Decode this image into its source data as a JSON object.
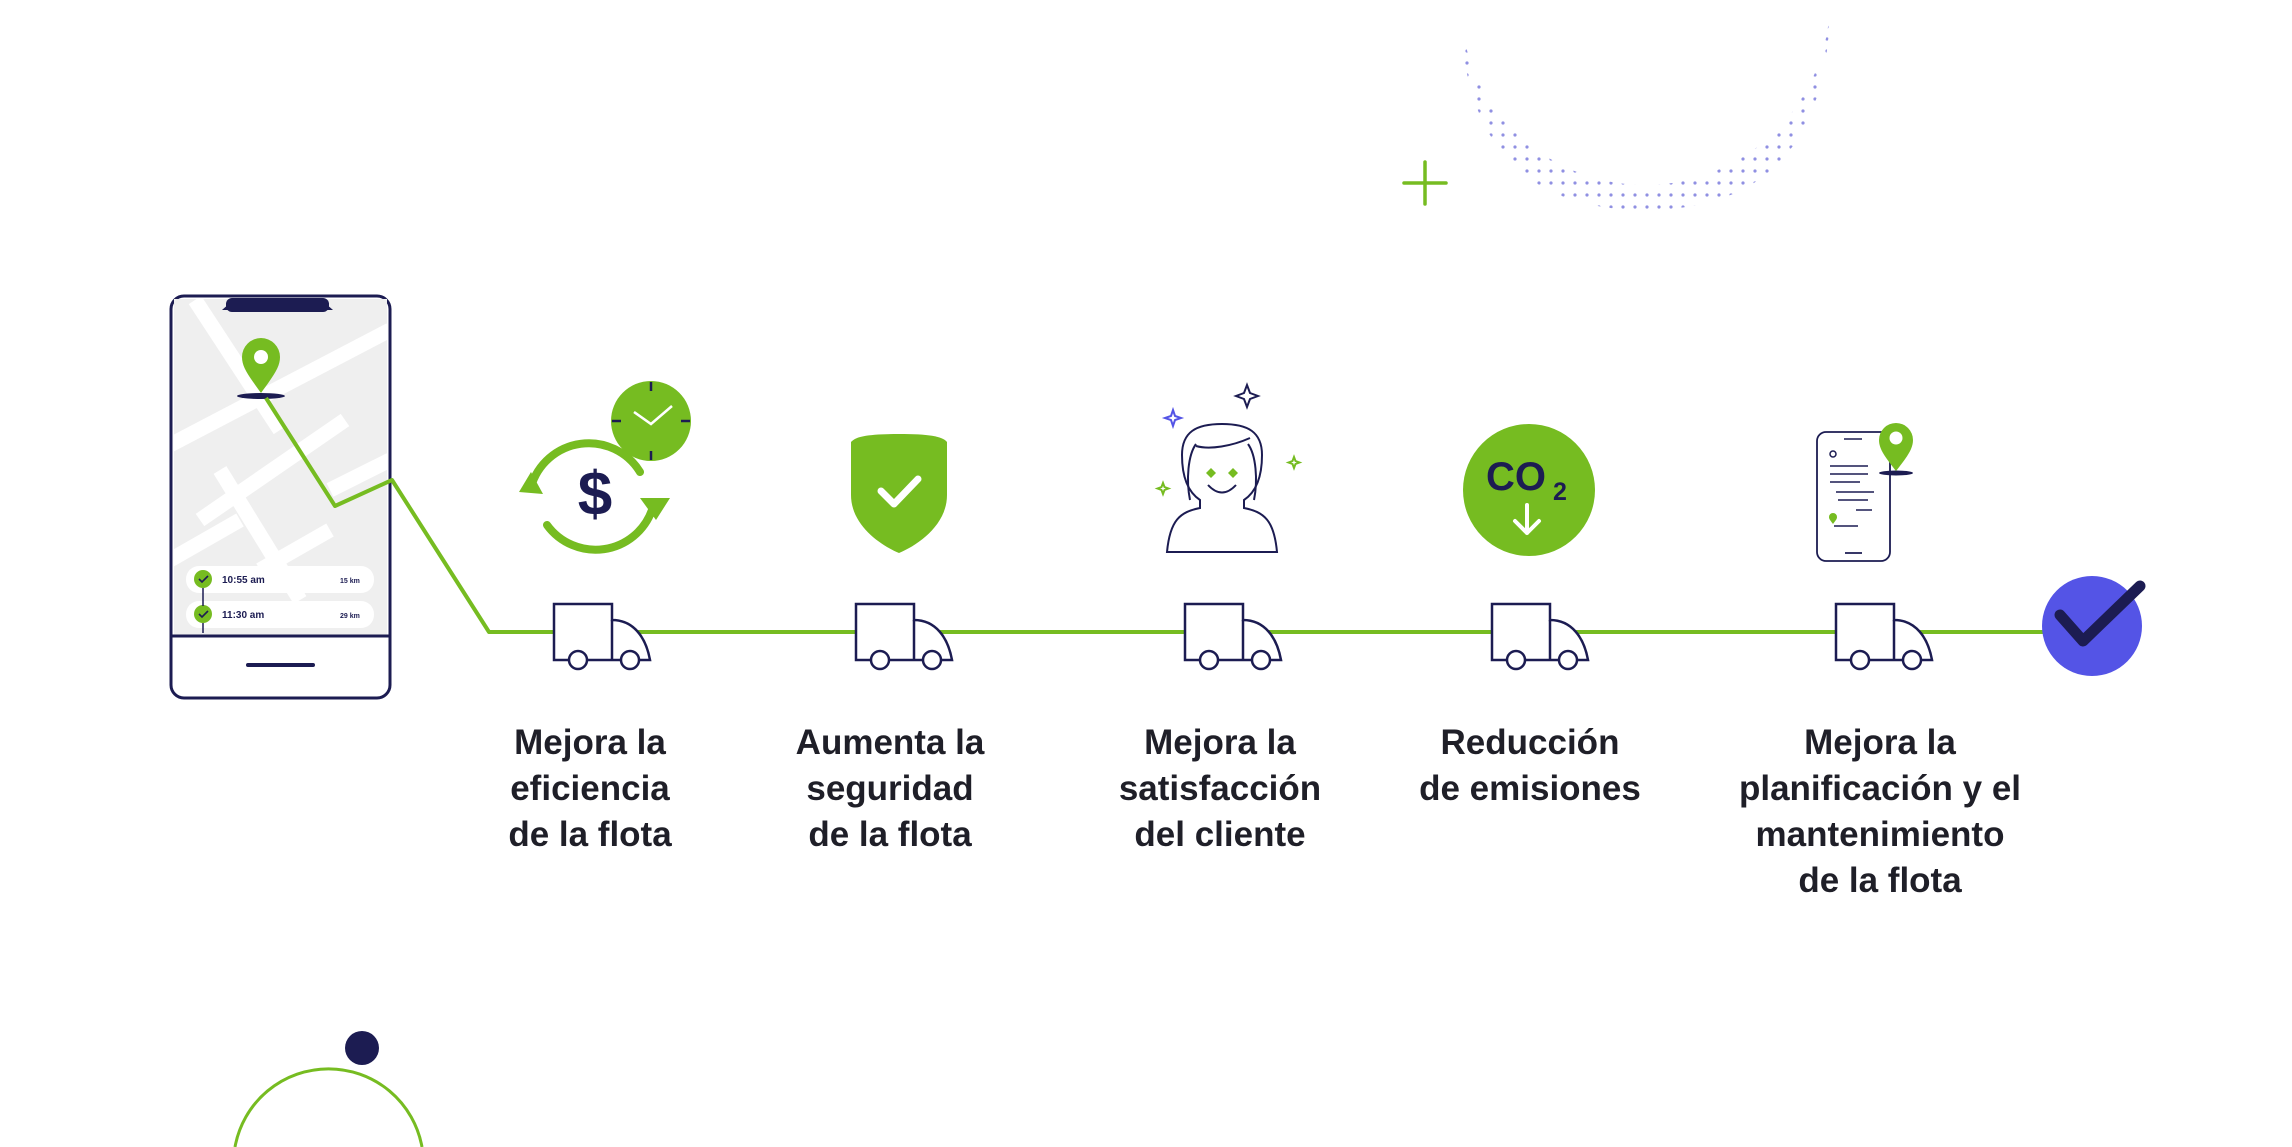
{
  "colors": {
    "green": "#76bc21",
    "navy": "#1c1c52",
    "purple": "#5454e6",
    "gray_map": "#efefef",
    "text": "#1f1f28"
  },
  "phone": {
    "rows": [
      {
        "time": "10:55 am",
        "distance": "15 km"
      },
      {
        "time": "11:30 am",
        "distance": "29 km"
      }
    ]
  },
  "co2_label": "CO",
  "co2_subscript": "2",
  "steps": [
    {
      "icon": "money-cycle-clock-icon",
      "lines": [
        "Mejora la",
        "eficiencia",
        "de la flota"
      ]
    },
    {
      "icon": "shield-check-icon",
      "lines": [
        "Aumenta la",
        "seguridad",
        "de la flota"
      ]
    },
    {
      "icon": "happy-customer-icon",
      "lines": [
        "Mejora la",
        "satisfacción",
        "del cliente"
      ]
    },
    {
      "icon": "co2-down-icon",
      "lines": [
        "Reducción",
        "de emisiones"
      ]
    },
    {
      "icon": "phone-planning-icon",
      "lines": [
        "Mejora la",
        "planificación y el",
        "mantenimiento",
        "de la flota"
      ]
    }
  ],
  "end_icon": "check-circle-icon"
}
